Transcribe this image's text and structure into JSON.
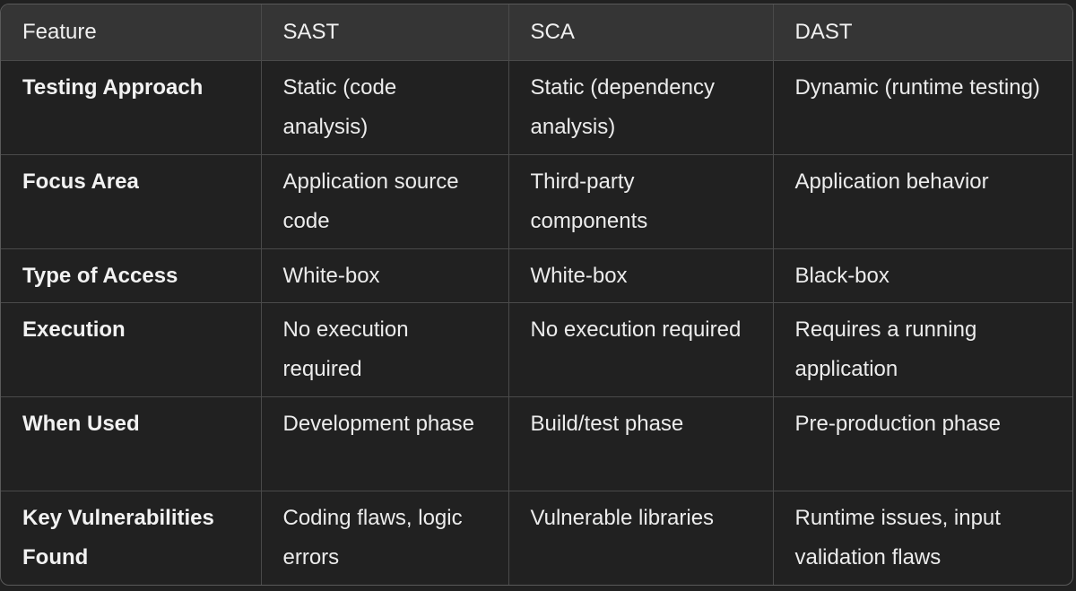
{
  "table": {
    "headers": [
      "Feature",
      "SAST",
      "SCA",
      "DAST"
    ],
    "rows": [
      [
        "Testing Approach",
        "Static (code analysis)",
        "Static (dependency analysis)",
        "Dynamic (runtime testing)"
      ],
      [
        "Focus Area",
        "Application source code",
        "Third-party components",
        "Application behavior"
      ],
      [
        "Type of Access",
        "White-box",
        "White-box",
        "Black-box"
      ],
      [
        "Execution",
        "No execution required",
        "No execution required",
        "Requires a running application"
      ],
      [
        "When Used",
        "Development phase",
        "Build/test phase",
        "Pre-production phase"
      ],
      [
        "Key Vulnerabilities Found",
        "Coding flaws, logic errors",
        "Vulnerable libraries",
        "Runtime issues, input validation flaws"
      ]
    ]
  }
}
